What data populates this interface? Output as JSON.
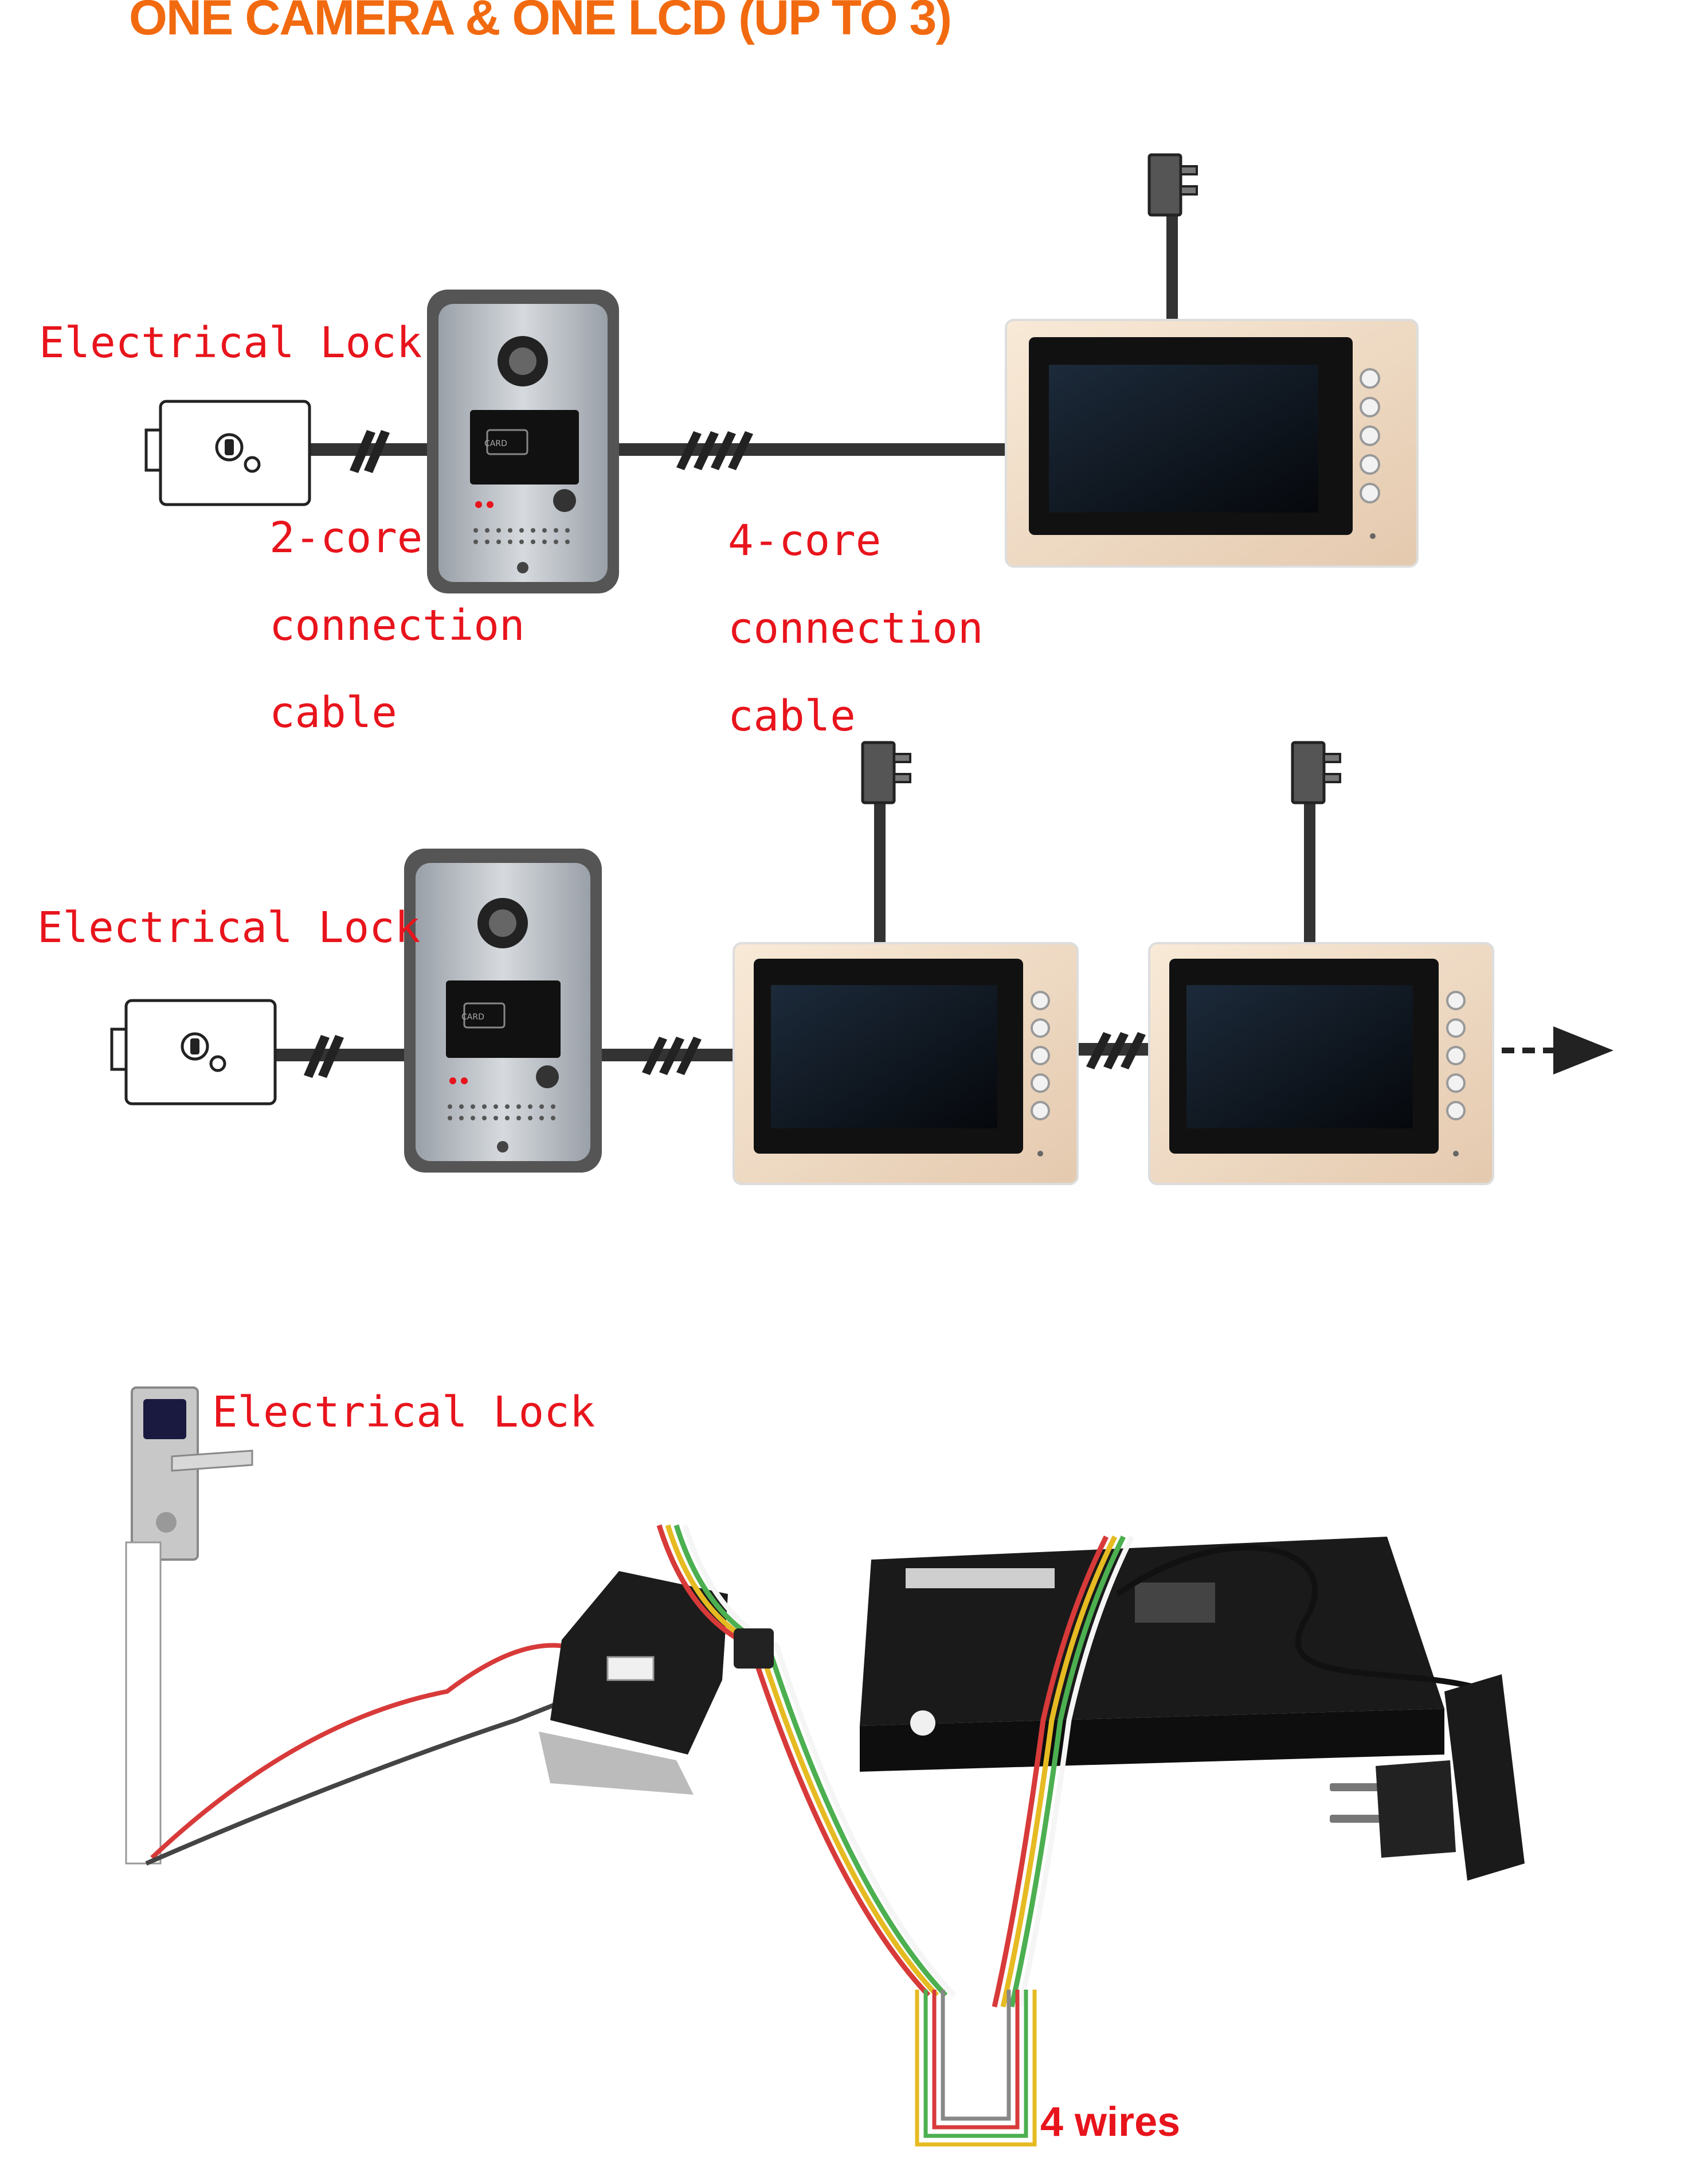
{
  "title": "ONE  CAMERA & ONE LCD (UP TO 3)",
  "labels": {
    "lock_1": "Electrical Lock",
    "lock_2": "Electrical Lock",
    "lock_3": "Electrical Lock",
    "cable_2core": [
      "2-core",
      "connection",
      "cable"
    ],
    "cable_4core": [
      "4-core",
      "connection",
      "cable"
    ],
    "four_wires": "4 wires",
    "card_text": "CARD"
  },
  "colors": {
    "title": "#f26a10",
    "label_red": "#e8141c",
    "cable": "#333333",
    "panel_frame": "#f2dcc8",
    "screen": "#101418",
    "camera_body": "#b4bac2",
    "wire_red": "#d83a3a",
    "wire_yellow": "#e6bb22",
    "wire_green": "#4caf50",
    "wire_white": "#eeeeee",
    "wire_black": "#222222"
  },
  "icons": [
    "power-adapter-icon",
    "electric-lock-icon",
    "door-camera-icon",
    "indoor-monitor-icon",
    "arrow-right-icon",
    "door-lock-handle-icon",
    "wire-bundle-icon"
  ]
}
